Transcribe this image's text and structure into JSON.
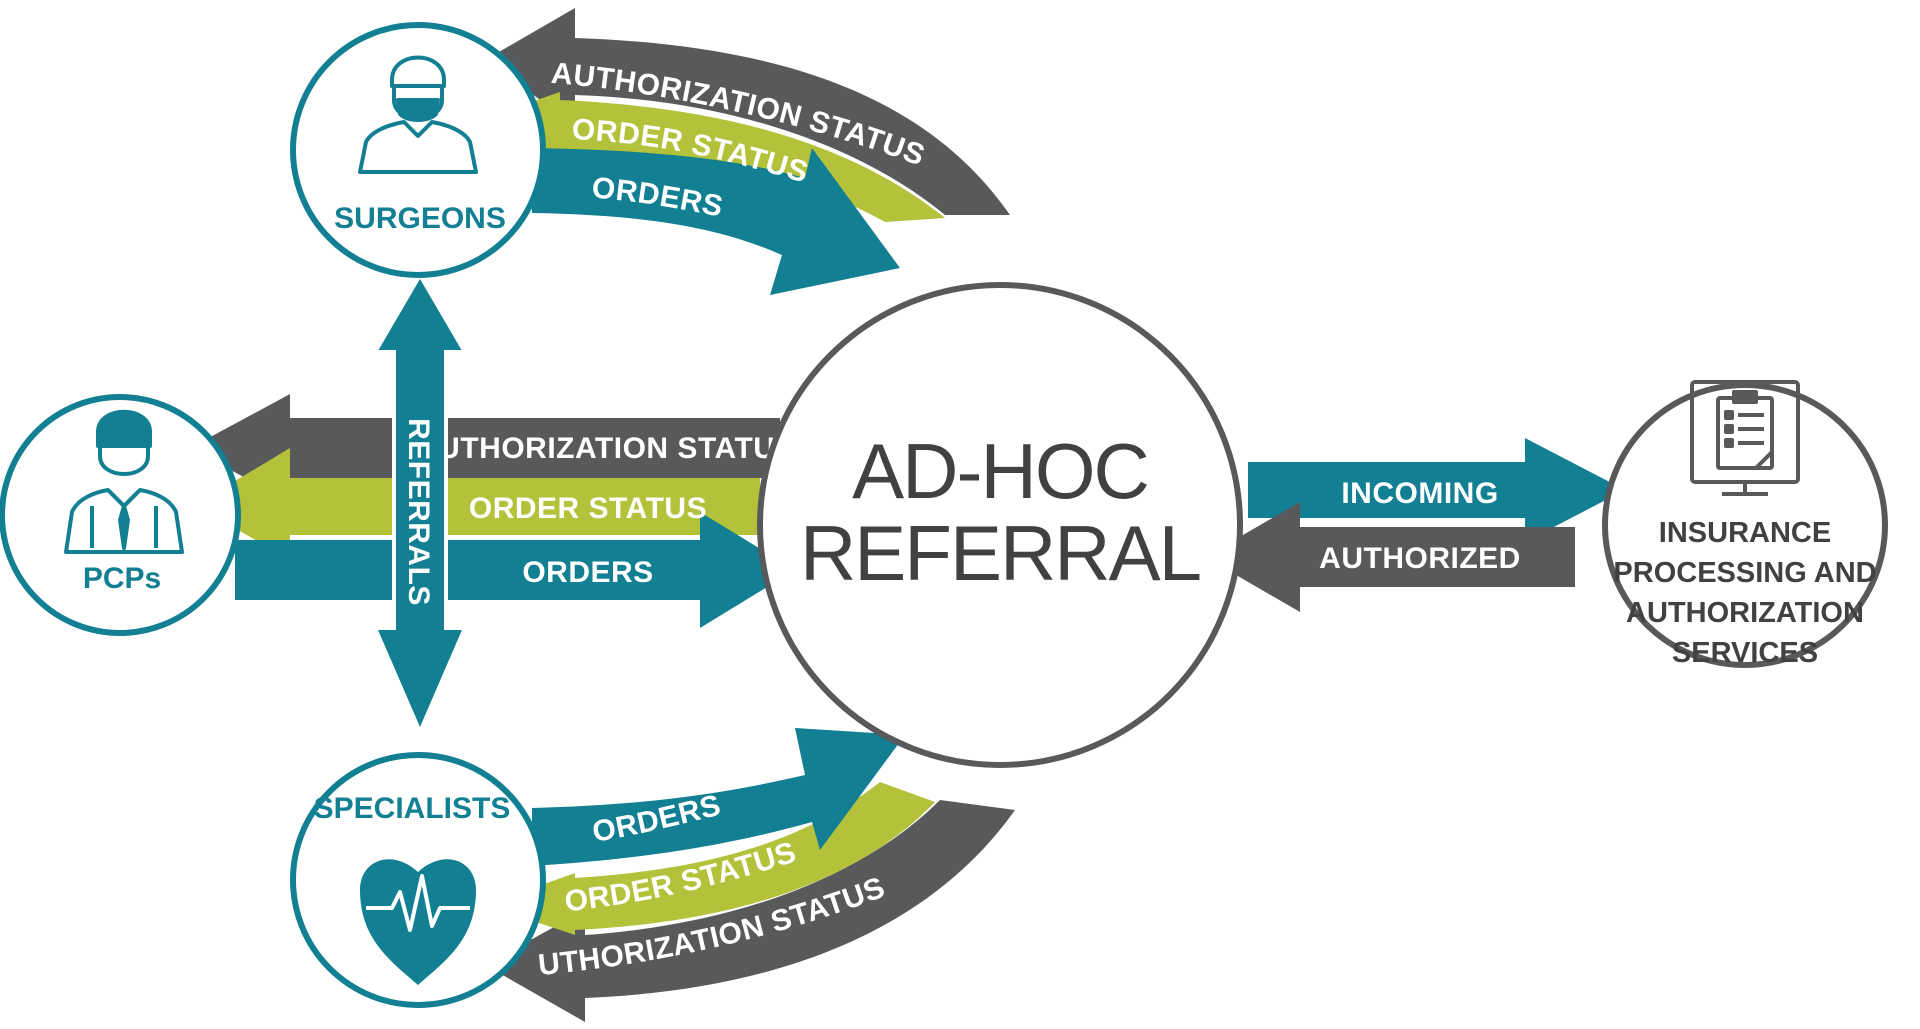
{
  "colors": {
    "teal": "#127f93",
    "green": "#b3c23a",
    "gray": "#58595b",
    "outline_dark": "#58595b",
    "text_dark": "#414143",
    "background": "#ffffff"
  },
  "center": {
    "line1": "AD-HOC",
    "line2": "REFERRAL"
  },
  "nodes": {
    "surgeons": {
      "label": "SURGEONS",
      "icon": "surgeon-icon"
    },
    "pcps": {
      "label": "PCPs",
      "icon": "doctor-icon"
    },
    "specialists": {
      "label": "SPECIALISTS",
      "icon": "heart-pulse-icon"
    },
    "insurance": {
      "line1": "INSURANCE",
      "line2": "PROCESSING AND",
      "line3": "AUTHORIZATION",
      "line4": "SERVICES",
      "icon": "clipboard-monitor-icon"
    }
  },
  "flows": {
    "surgeons": {
      "authorization_status": "AUTHORIZATION STATUS",
      "order_status": "ORDER STATUS",
      "orders": "ORDERS"
    },
    "pcps": {
      "authorization_status": "AUTHORIZATION STATUS",
      "order_status": "ORDER STATUS",
      "orders": "ORDERS"
    },
    "specialists": {
      "orders": "ORDERS",
      "order_status": "ORDER STATUS",
      "authorization_status": "AUTHORIZATION STATUS"
    },
    "referrals": "REFERRALS",
    "insurance": {
      "incoming": "INCOMING",
      "authorized": "AUTHORIZED"
    }
  }
}
